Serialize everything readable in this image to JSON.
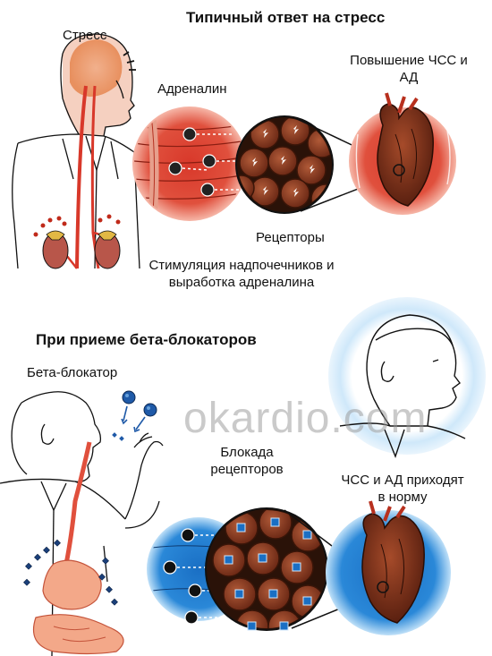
{
  "top_title": "Типичный ответ на стресс",
  "labels": {
    "stress": "Стресс",
    "adrenaline": "Адреналин",
    "hr_bp_up_line1": "Повышение ЧСС и",
    "hr_bp_up_line2": "АД",
    "receptors": "Рецепторы",
    "adrenal_line1": "Стимуляция надпочечников и",
    "adrenal_line2": "выработка адреналина"
  },
  "bottom_title": "При приеме бета-блокаторов",
  "bottom_labels": {
    "beta_blocker": "Бета-блокатор",
    "blockade_line1": "Блокада",
    "blockade_line2": "рецепторов",
    "normal_line1": "ЧСС и АД приходят",
    "normal_line2": "в норму"
  },
  "watermark": "okardio.com",
  "colors": {
    "tissue_red": "#d8382a",
    "cell_brown": "#8a3b22",
    "heart_brown": "#7a3018",
    "blue_glow": "#1a6fc4",
    "dark_blue": "#0d3a70"
  }
}
